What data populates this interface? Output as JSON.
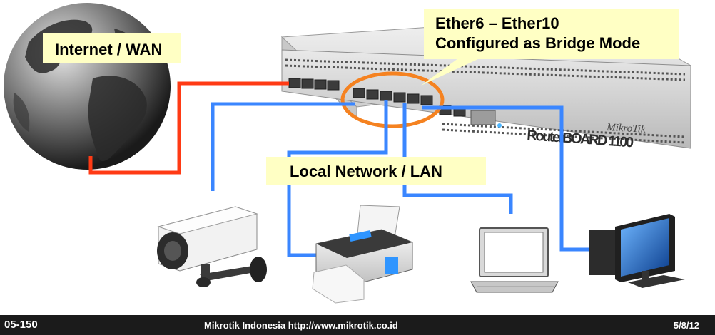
{
  "labels": {
    "internet": "Internet / WAN",
    "lan": "Local Network / LAN",
    "bridge_line1": "Ether6 – Ether10",
    "bridge_line2": "Configured as Bridge Mode"
  },
  "router": {
    "brand": "MikroTik",
    "model": "RouterBOARD 1100"
  },
  "footer": {
    "slide_number": "05-150",
    "center_text": "Mikrotik Indonesia http://www.mikrotik.co.id",
    "date": "5/8/12"
  },
  "colors": {
    "wan_cable": "#ff3a14",
    "lan_cable": "#3a86ff",
    "label_bg": "#ffffc4",
    "highlight_ring": "#f58220",
    "footer_bg": "#1b1b1b"
  },
  "icons": [
    "globe-icon",
    "router-icon",
    "ip-camera-icon",
    "printer-icon",
    "laptop-icon",
    "desktop-computer-icon"
  ]
}
